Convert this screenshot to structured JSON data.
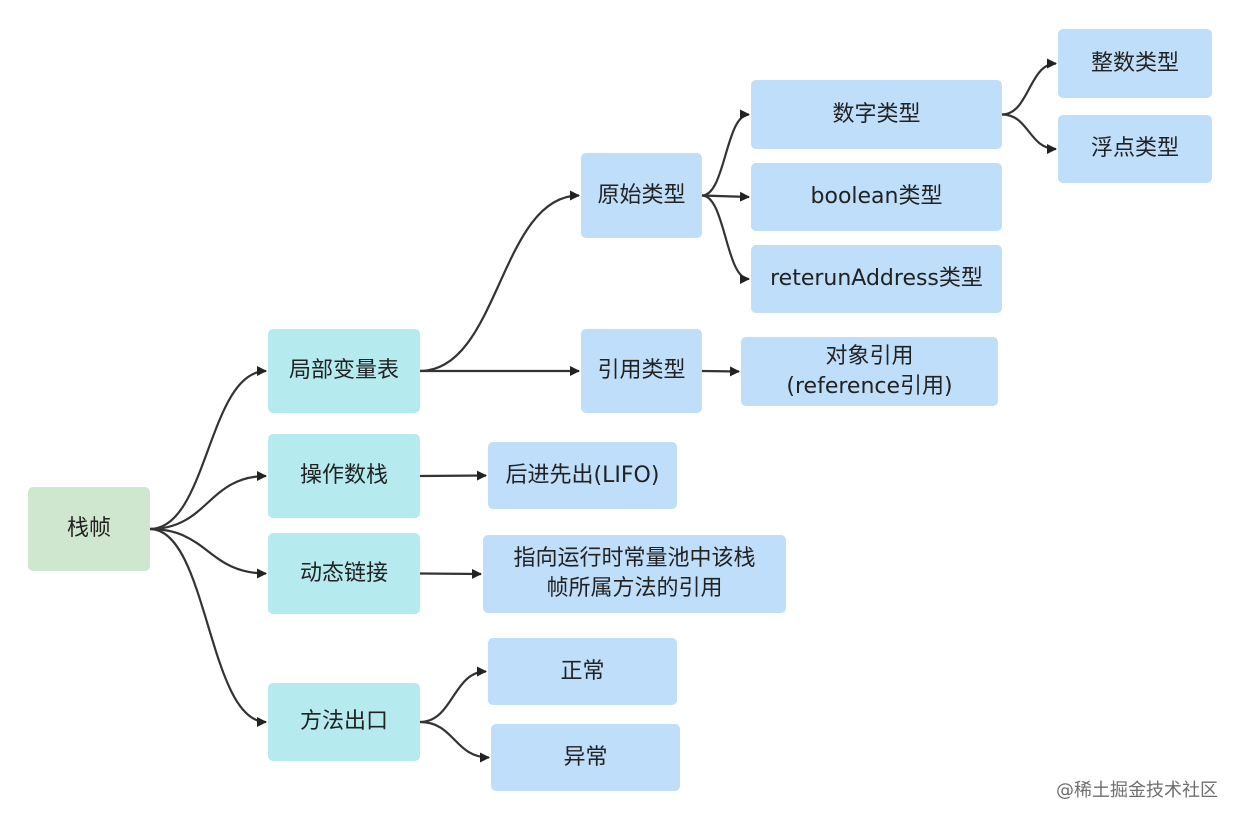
{
  "diagram": {
    "root": {
      "label": "栈帧"
    },
    "nodes": {
      "local_var_table": {
        "label": "局部变量表"
      },
      "operand_stack": {
        "label": "操作数栈"
      },
      "dynamic_linking": {
        "label": "动态链接"
      },
      "method_exit": {
        "label": "方法出口"
      },
      "primitive_type": {
        "label": "原始类型"
      },
      "reference_type": {
        "label": "引用类型"
      },
      "numeric_type": {
        "label": "数字类型"
      },
      "boolean_type": {
        "label": "boolean类型"
      },
      "return_address_type": {
        "label": "reterunAddress类型"
      },
      "integer_type": {
        "label": "整数类型"
      },
      "float_type": {
        "label": "浮点类型"
      },
      "object_reference": {
        "label": "对象引用\n(reference引用)"
      },
      "lifo": {
        "label": "后进先出(LIFO)"
      },
      "dynamic_link_desc": {
        "label": "指向运行时常量池中该栈\n帧所属方法的引用"
      },
      "normal_exit": {
        "label": "正常"
      },
      "exception_exit": {
        "label": "异常"
      }
    },
    "edges": [
      [
        "root",
        "local_var_table"
      ],
      [
        "root",
        "operand_stack"
      ],
      [
        "root",
        "dynamic_linking"
      ],
      [
        "root",
        "method_exit"
      ],
      [
        "local_var_table",
        "primitive_type"
      ],
      [
        "local_var_table",
        "reference_type"
      ],
      [
        "primitive_type",
        "numeric_type"
      ],
      [
        "primitive_type",
        "boolean_type"
      ],
      [
        "primitive_type",
        "return_address_type"
      ],
      [
        "numeric_type",
        "integer_type"
      ],
      [
        "numeric_type",
        "float_type"
      ],
      [
        "reference_type",
        "object_reference"
      ],
      [
        "operand_stack",
        "lifo"
      ],
      [
        "dynamic_linking",
        "dynamic_link_desc"
      ],
      [
        "method_exit",
        "normal_exit"
      ],
      [
        "method_exit",
        "exception_exit"
      ]
    ]
  },
  "watermark": "@稀土掘金技术社区",
  "colors": {
    "root": "#cfe7cf",
    "level1": "#b5ebef",
    "level2": "#bfdef9",
    "edge": "#333333"
  }
}
